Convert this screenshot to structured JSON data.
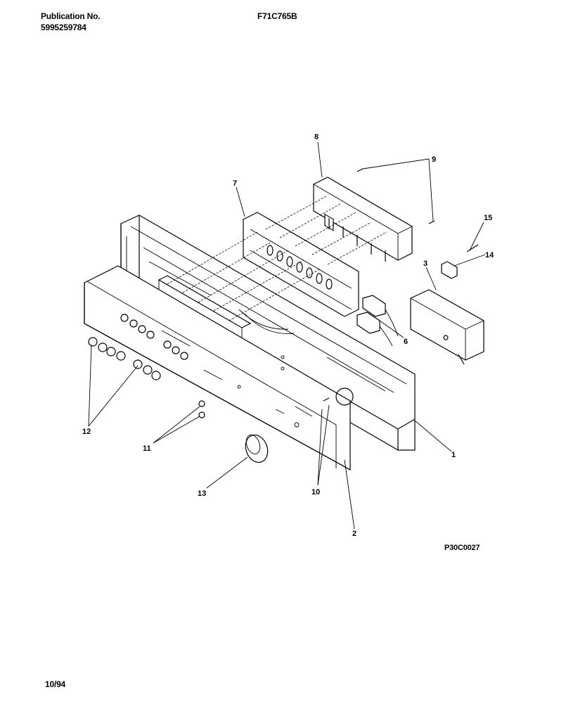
{
  "header": {
    "publication_label": "Publication No.",
    "publication_number": "5995259784",
    "model": "F71C765B"
  },
  "figure_id": "P30C0027",
  "date": "10/94",
  "callouts": {
    "c1": "1",
    "c2": "2",
    "c3": "3",
    "c6": "6",
    "c7": "7",
    "c8": "8",
    "c9": "9",
    "c10": "10",
    "c11": "11",
    "c12": "12",
    "c13": "13",
    "c14": "14",
    "c15": "15"
  }
}
